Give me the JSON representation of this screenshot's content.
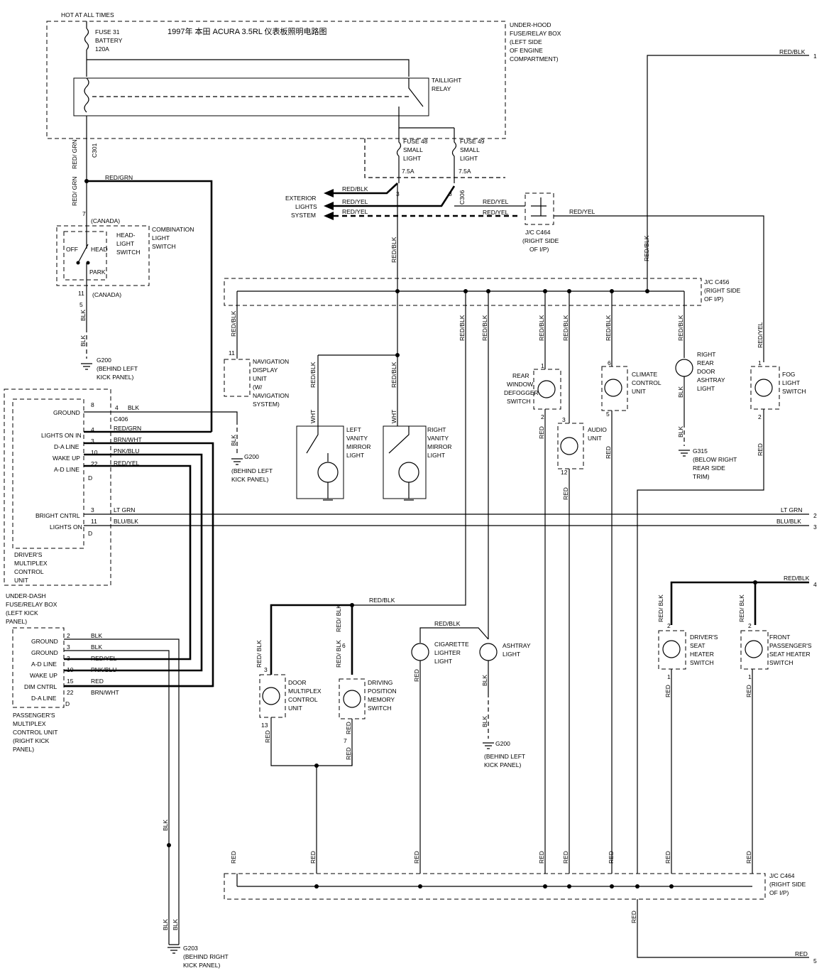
{
  "title": "1997年 本田 ACURA 3.5RL 仪表板照明电路图",
  "hot_at_all_times": "HOT AT ALL TIMES",
  "fuse31": [
    "FUSE 31",
    "BATTERY",
    "120A"
  ],
  "underhood_box": [
    "UNDER-HOOD",
    "FUSE/RELAY BOX",
    "(LEFT SIDE",
    "OF ENGINE",
    "COMPARTMENT)"
  ],
  "taillight_relay": [
    "TAILLIGHT",
    "RELAY"
  ],
  "fuse48": [
    "FUSE 48",
    "SMALL",
    "LIGHT",
    "7.5A"
  ],
  "fuse49": [
    "FUSE 49",
    "SMALL",
    "LIGHT",
    "7.5A"
  ],
  "exterior_lights": [
    "EXTERIOR",
    "LIGHTS",
    "SYSTEM"
  ],
  "combination_switch": [
    "COMBINATION",
    "LIGHT",
    "SWITCH"
  ],
  "headlight_switch": [
    "HEAD-",
    "LIGHT",
    "SWITCH"
  ],
  "switch_positions": [
    "OFF",
    "HEAD",
    "PARK"
  ],
  "canada": "(CANADA)",
  "jc_c464_top": [
    "J/C C464",
    "(RIGHT SIDE",
    "OF I/P)"
  ],
  "jc_c456": [
    "J/C C456",
    "(RIGHT SIDE",
    "OF I/P)"
  ],
  "jc_c464_bottom": [
    "J/C C464",
    "(RIGHT SIDE",
    "OF I/P)"
  ],
  "connectors": {
    "c301": "C301",
    "c306": "C306",
    "c406": "C406"
  },
  "g200_a": [
    "G200",
    "(BEHIND LEFT",
    "KICK PANEL)"
  ],
  "g200_b": [
    "G200",
    "(BEHIND LEFT",
    "KICK PANEL)"
  ],
  "g200_c": [
    "G200",
    "(BEHIND LEFT",
    "KICK PANEL)"
  ],
  "g315": [
    "G315",
    "(BELOW RIGHT",
    "REAR SIDE",
    "TRIM)"
  ],
  "g203": [
    "G203",
    "(BEHIND RIGHT",
    "KICK PANEL)"
  ],
  "navigation": [
    "NAVIGATION",
    "DISPLAY",
    "UNIT",
    "(W/",
    "NAVIGATION",
    "SYSTEM)"
  ],
  "left_vanity": [
    "LEFT",
    "VANITY",
    "MIRROR",
    "LIGHT"
  ],
  "right_vanity": [
    "RIGHT",
    "VANITY",
    "MIRROR",
    "LIGHT"
  ],
  "rear_defogger": [
    "REAR",
    "WINDOW",
    "DEFOGGER",
    "SWITCH"
  ],
  "audio_unit": [
    "AUDIO",
    "UNIT"
  ],
  "climate": [
    "CLIMATE",
    "CONTROL",
    "UNIT"
  ],
  "rear_ashtray": [
    "RIGHT",
    "REAR",
    "DOOR",
    "ASHTRAY",
    "LIGHT"
  ],
  "fog_switch": [
    "FOG",
    "LIGHT",
    "SWITCH"
  ],
  "driver_mpx": [
    "DRIVER'S",
    "MULTIPLEX",
    "CONTROL",
    "UNIT"
  ],
  "driver_pins": [
    "GROUND",
    "LIGHTS ON IN",
    "D-A LINE",
    "WAKE UP",
    "A-D LINE",
    "BRIGHT CNTRL",
    "LIGHTS ON"
  ],
  "driver_pin_nums": [
    "8",
    "4",
    "3",
    "10",
    "22",
    "3",
    "11"
  ],
  "underdash_box": [
    "UNDER-DASH",
    "FUSE/RELAY BOX",
    "(LEFT KICK",
    "PANEL)"
  ],
  "passenger_mpx": [
    "PASSENGER'S",
    "MULTIPLEX",
    "CONTROL UNIT",
    "(RIGHT KICK",
    "PANEL)"
  ],
  "passenger_pins": [
    "GROUND",
    "GROUND",
    "A-D LINE",
    "WAKE UP",
    "DIM CNTRL",
    "D-A LINE"
  ],
  "passenger_pin_nums": [
    "2",
    "3",
    "3",
    "10",
    "15",
    "22"
  ],
  "passenger_wires": [
    "BLK",
    "BLK",
    "RED/YEL",
    "PNK/BLU",
    "RED",
    "BRN/WHT"
  ],
  "door_mpx": [
    "DOOR",
    "MULTIPLEX",
    "CONTROL",
    "UNIT"
  ],
  "driving_memory": [
    "DRIVING",
    "POSITION",
    "MEMORY",
    "SWITCH"
  ],
  "cig_lighter": [
    "CIGARETTE",
    "LIGHTER",
    "LIGHT"
  ],
  "ashtray": [
    "ASHTRAY",
    "LIGHT"
  ],
  "driver_seat": [
    "DRIVER'S",
    "SEAT",
    "HEATER",
    "SWITCH"
  ],
  "passenger_seat": [
    "FRONT",
    "PASSENGER'S",
    "SEAT HEATER",
    "SWITCH"
  ],
  "offpage": [
    {
      "wire": "RED/BLK",
      "num": "1"
    },
    {
      "wire": "LT GRN",
      "num": "2"
    },
    {
      "wire": "BLU/BLK",
      "num": "3"
    },
    {
      "wire": "RED/BLK",
      "num": "4"
    },
    {
      "wire": "RED",
      "num": "5"
    }
  ],
  "wires": {
    "red_blk": "RED/BLK",
    "red_yel": "RED/YEL",
    "red_grn": "RED/GRN",
    "red_grn_v": "RED/ GRN",
    "blk": "BLK",
    "red": "RED",
    "wht": "WHT",
    "brn_wht": "BRN/WHT",
    "pnk_blu": "PNK/BLU",
    "lt_grn": "LT GRN",
    "blu_blk": "BLU/BLK",
    "red_v": "RED/ BLK"
  },
  "pins": {
    "p1": "1",
    "p2": "2",
    "p3": "3",
    "p4": "4",
    "p5": "5",
    "p6": "6",
    "p7": "7",
    "p11": "11",
    "p12": "12",
    "p13": "13",
    "p22": "22",
    "pD": "D"
  }
}
